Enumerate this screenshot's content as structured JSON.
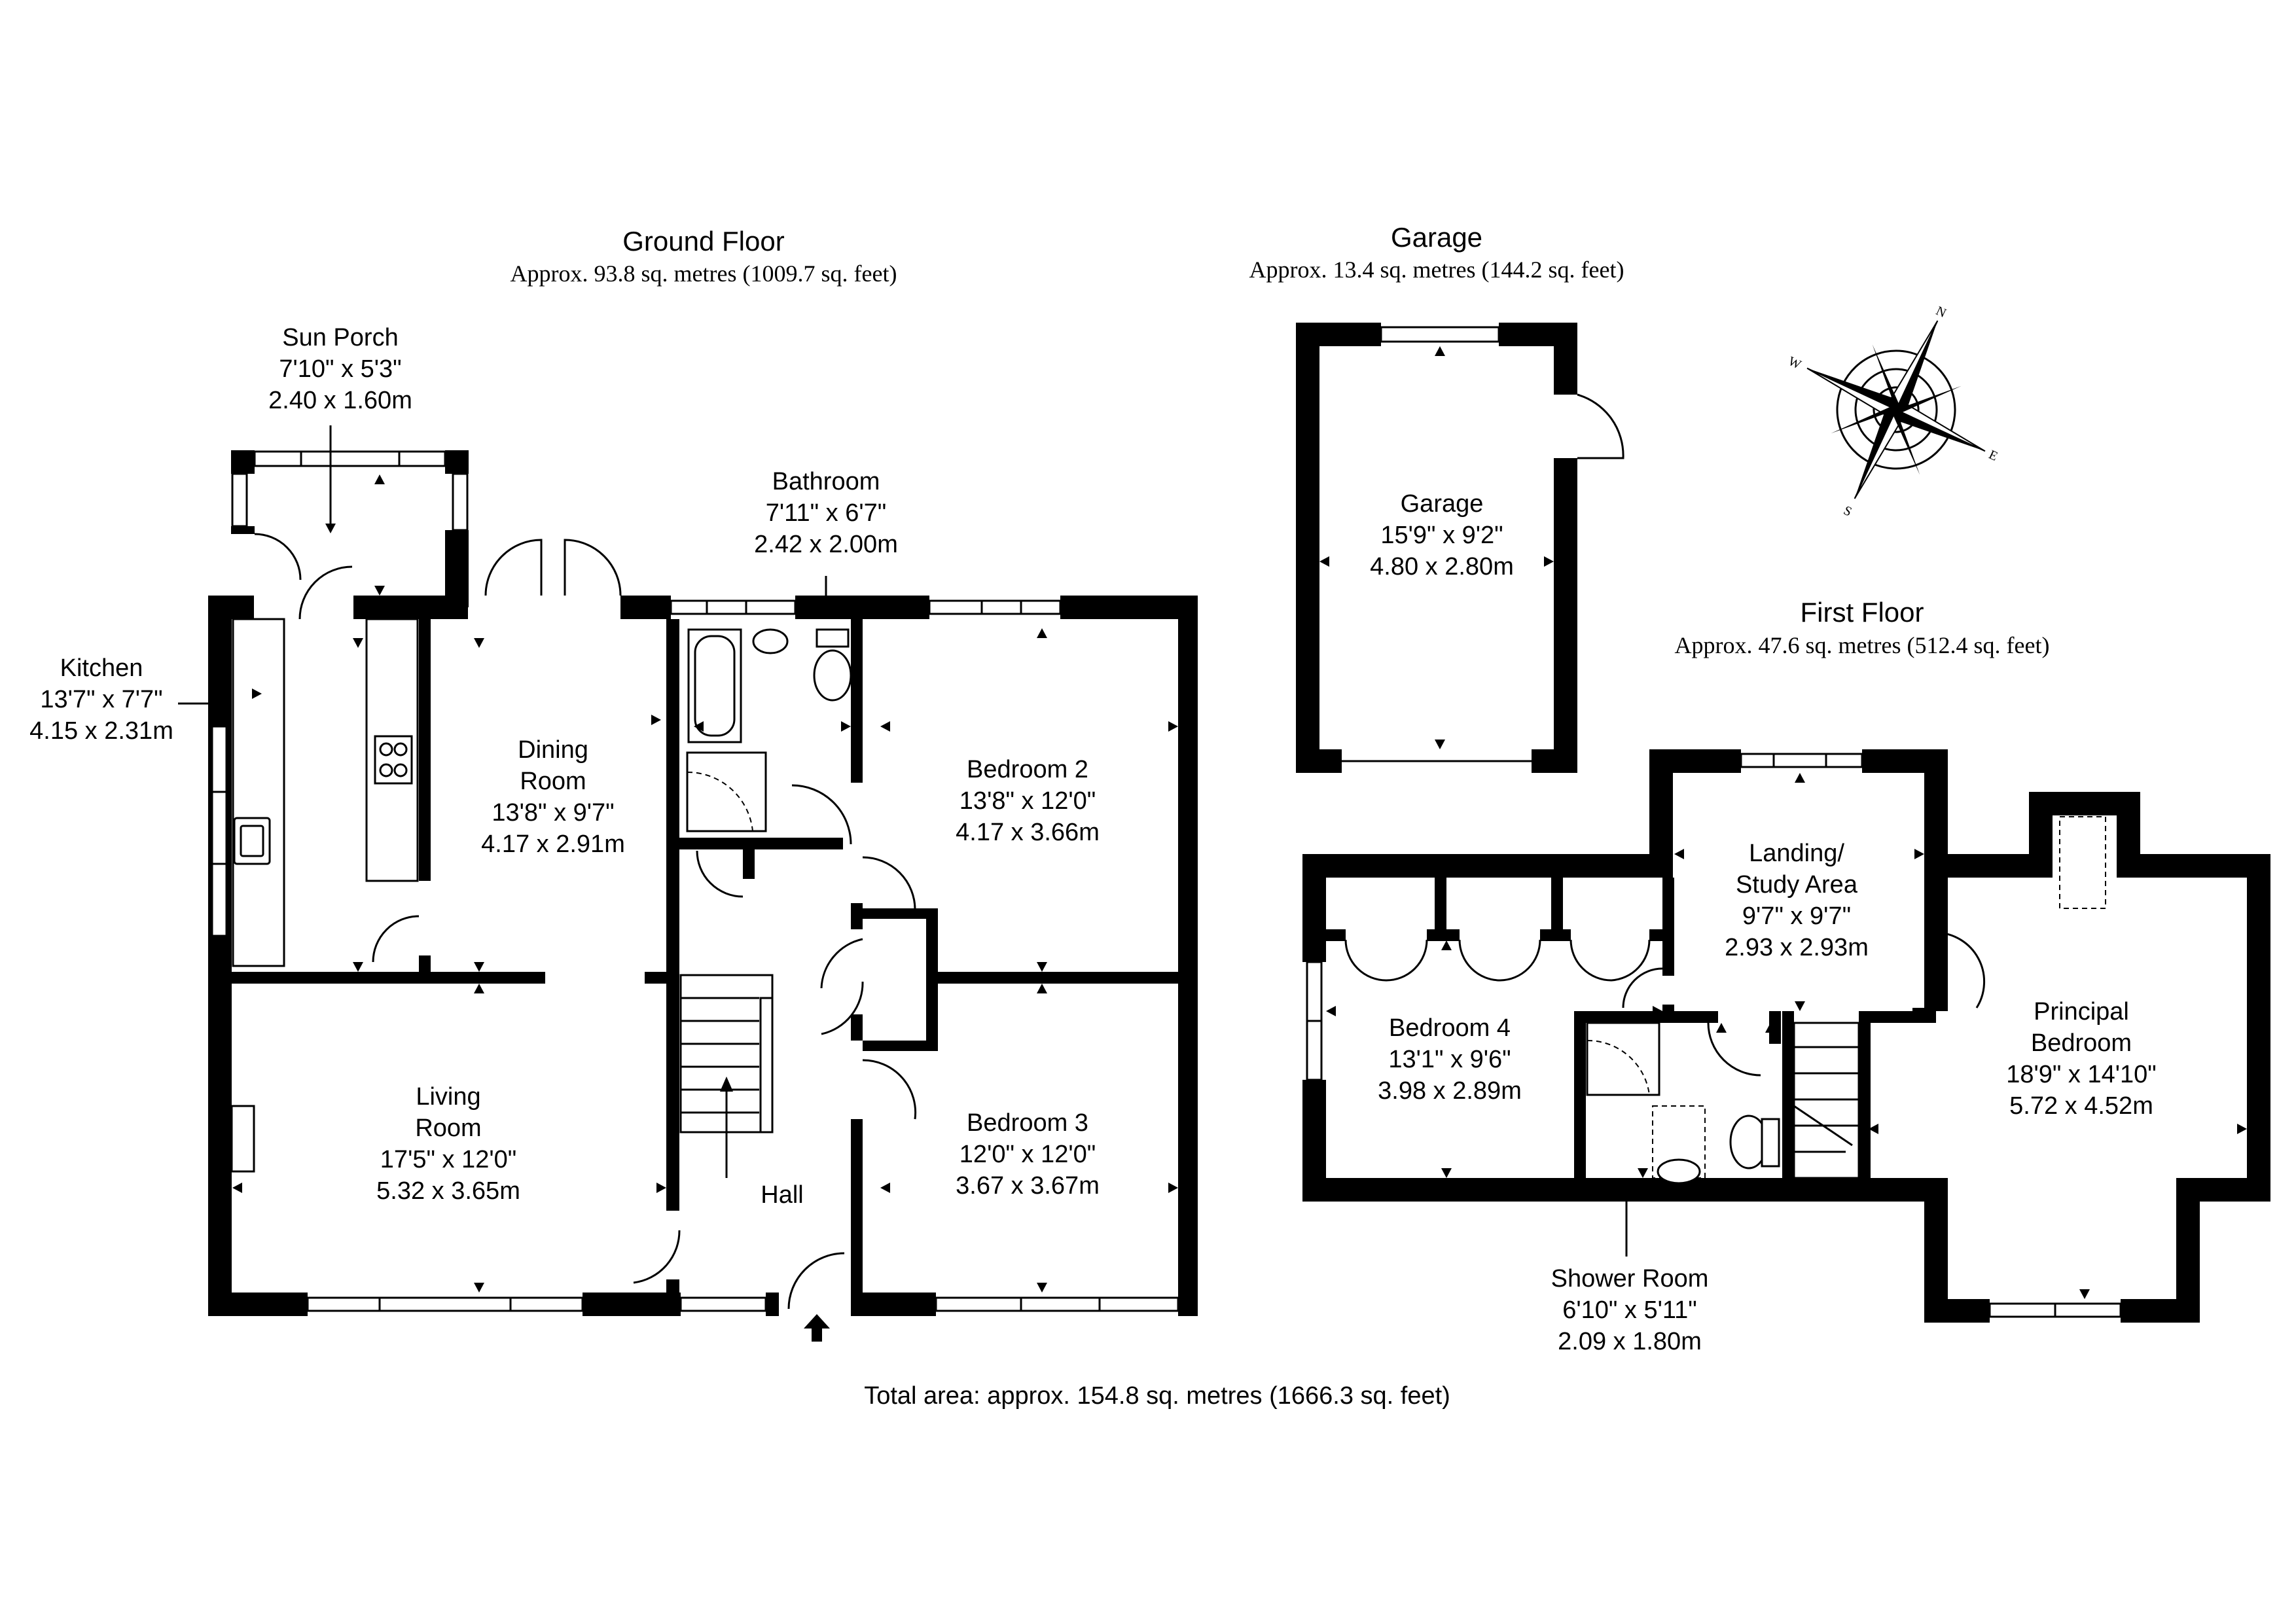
{
  "floors": [
    {
      "title": "Ground Floor",
      "area": "Approx. 93.8 sq. metres (1009.7 sq. feet)"
    },
    {
      "title": "Garage",
      "area": "Approx. 13.4 sq. metres (144.2 sq. feet)"
    },
    {
      "title": "First Floor",
      "area": "Approx. 47.6 sq. metres (512.4 sq. feet)"
    }
  ],
  "total_area": "Total area: approx. 154.8 sq. metres (1666.3 sq. feet)",
  "rooms": {
    "sun_porch": {
      "name": "Sun Porch",
      "imperial": "7'10\" x 5'3\"",
      "metric": "2.40 x 1.60m"
    },
    "kitchen": {
      "name": "Kitchen",
      "imperial": "13'7\" x 7'7\"",
      "metric": "4.15 x 2.31m"
    },
    "dining_room": {
      "name_line1": "Dining",
      "name_line2": "Room",
      "imperial": "13'8\" x 9'7\"",
      "metric": "4.17 x 2.91m"
    },
    "bathroom": {
      "name": "Bathroom",
      "imperial": "7'11\" x 6'7\"",
      "metric": "2.42 x 2.00m"
    },
    "bedroom_2": {
      "name": "Bedroom 2",
      "imperial": "13'8\" x 12'0\"",
      "metric": "4.17 x 3.66m"
    },
    "living_room": {
      "name_line1": "Living",
      "name_line2": "Room",
      "imperial": "17'5\" x 12'0\"",
      "metric": "5.32 x 3.65m"
    },
    "hall": {
      "name": "Hall"
    },
    "bedroom_3": {
      "name": "Bedroom 3",
      "imperial": "12'0\" x 12'0\"",
      "metric": "3.67 x 3.67m"
    },
    "garage": {
      "name": "Garage",
      "imperial": "15'9\" x 9'2\"",
      "metric": "4.80 x 2.80m"
    },
    "landing": {
      "name_line1": "Landing/",
      "name_line2": "Study Area",
      "imperial": "9'7\" x 9'7\"",
      "metric": "2.93 x 2.93m"
    },
    "bedroom_4": {
      "name": "Bedroom 4",
      "imperial": "13'1\" x 9'6\"",
      "metric": "3.98 x 2.89m"
    },
    "principal_bedroom": {
      "name_line1": "Principal",
      "name_line2": "Bedroom",
      "imperial": "18'9\" x 14'10\"",
      "metric": "5.72 x 4.52m"
    },
    "shower_room": {
      "name": "Shower Room",
      "imperial": "6'10\" x 5'11\"",
      "metric": "2.09 x 1.80m"
    }
  },
  "compass": {
    "labels": [
      "N",
      "E",
      "S",
      "W"
    ]
  }
}
